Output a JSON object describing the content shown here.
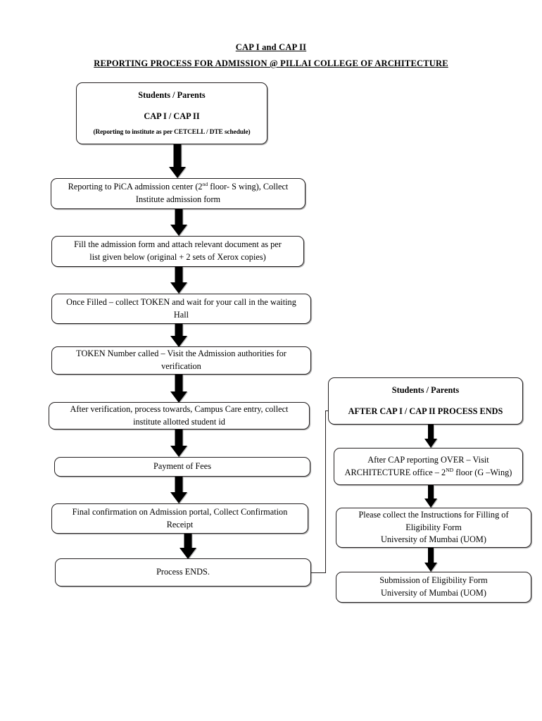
{
  "document": {
    "title_line1": "CAP I and CAP II",
    "title_line2": "REPORTING PROCESS FOR ADMISSION @ PILLAI COLLEGE OF ARCHITECTURE"
  },
  "flow_left": {
    "start": {
      "line1": "Students / Parents",
      "line2": "CAP I / CAP II",
      "line3": "(Reporting to institute as per CETCELL / DTE schedule)"
    },
    "step2": {
      "line1_a": "Reporting to PiCA admission center (2",
      "line1_sup": "nd",
      "line1_b": " floor- S wing), Collect",
      "line2": "Institute admission form"
    },
    "step3": {
      "line1": "Fill the admission form and attach relevant document as per",
      "line2": "list given below (original + 2 sets of Xerox copies)"
    },
    "step4": {
      "line1": "Once Filled – collect TOKEN and wait for your call in the waiting",
      "line2": "Hall"
    },
    "step5": {
      "line1": "TOKEN Number called – Visit the Admission authorities for",
      "line2": "verification"
    },
    "step6": {
      "line1": "After verification, process towards, Campus Care entry, collect",
      "line2": "institute allotted student id"
    },
    "step7": {
      "line1": "Payment of Fees"
    },
    "step8": {
      "line1": "Final confirmation on Admission portal, Collect Confirmation",
      "line2": "Receipt"
    },
    "step9": {
      "line1": "Process ENDS."
    }
  },
  "flow_right": {
    "start": {
      "line1": "Students / Parents",
      "line2": "AFTER CAP I / CAP II PROCESS ENDS"
    },
    "step2": {
      "line1": "After CAP reporting OVER – Visit",
      "line2_a": "ARCHITECTURE office – 2",
      "line2_sup": "ND",
      "line2_b": " floor (G –Wing)"
    },
    "step3": {
      "line1": "Please collect the Instructions for Filling of",
      "line2": "Eligibility Form",
      "line3": "University of Mumbai (UOM)"
    },
    "step4": {
      "line1": "Submission of Eligibility Form",
      "line2": "University of Mumbai (UOM)"
    }
  },
  "style": {
    "ink": "#231f20",
    "arrow_fill": "#000000",
    "page_background": "#ffffff"
  }
}
